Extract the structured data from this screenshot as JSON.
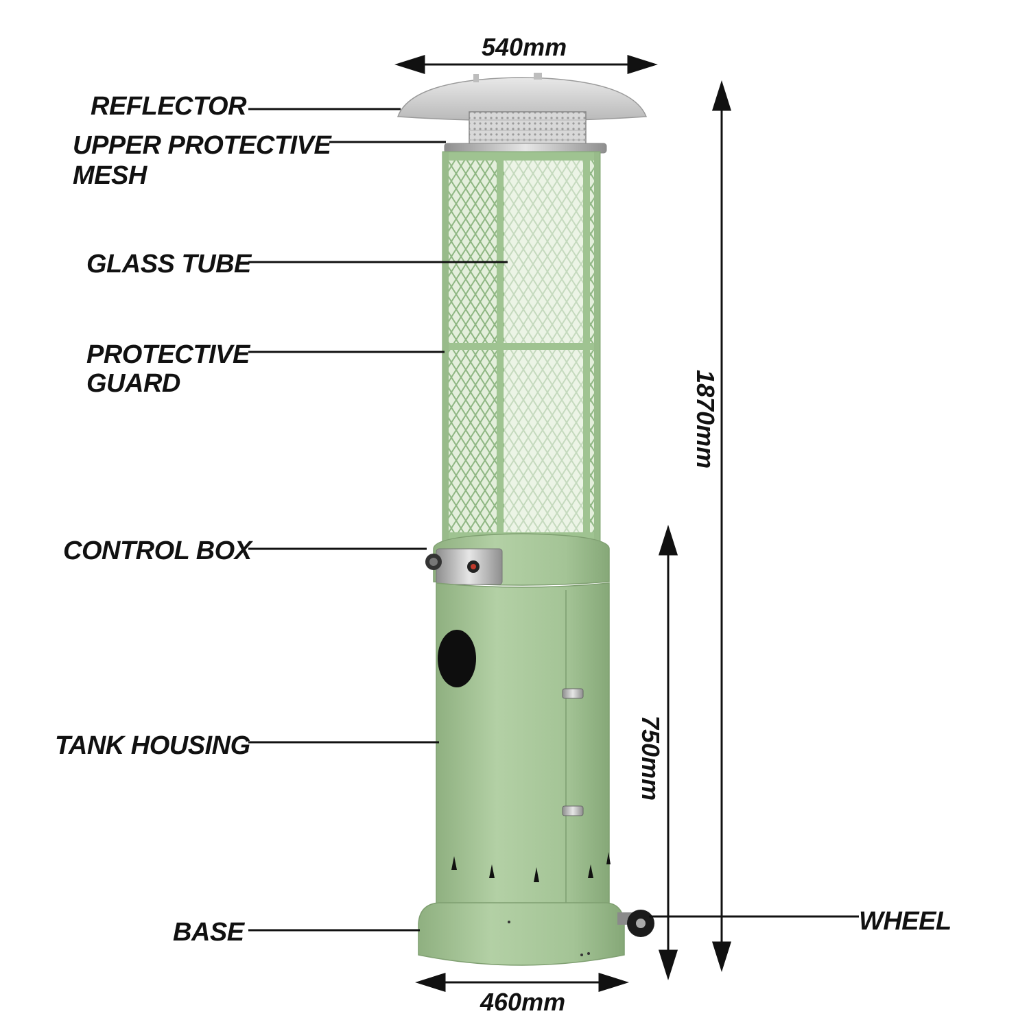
{
  "parts": {
    "reflector": "REFLECTOR",
    "upper_mesh_line1": "UPPER PROTECTIVE",
    "upper_mesh_line2": "MESH",
    "glass_tube": "GLASS TUBE",
    "guard_line1": "PROTECTIVE",
    "guard_line2": "GUARD",
    "control_box": "CONTROL BOX",
    "tank_housing": "TANK HOUSING",
    "base": "BASE",
    "wheel": "WHEEL"
  },
  "dimensions": {
    "top_width": "540mm",
    "total_height": "1870mm",
    "housing_height": "750mm",
    "base_width": "460mm"
  },
  "colors": {
    "body_green": "#a9c79b",
    "body_shade": "#8fb080",
    "mesh_green": "#9cc08f",
    "steel": "#cfcfcf",
    "line": "#111111"
  }
}
